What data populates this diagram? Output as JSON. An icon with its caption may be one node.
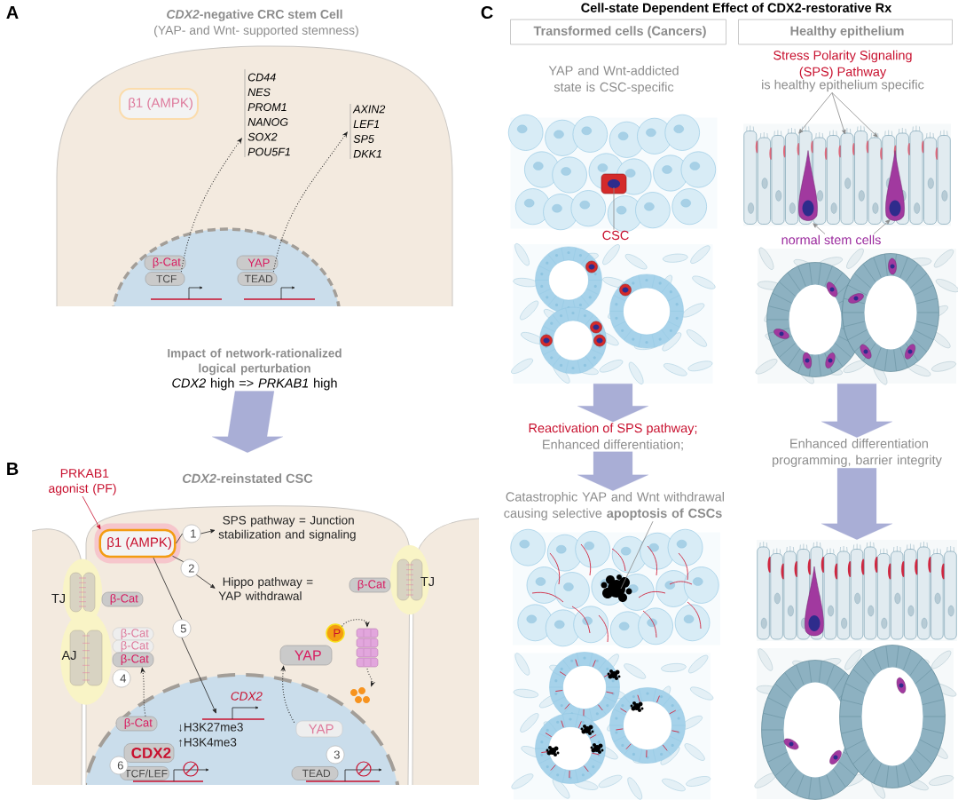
{
  "diagram": {
    "nodes": [
      {
        "text": [
          "*CDX2*-negative CRC stem Cell",
          "(YAP- and Wnt- supported stemness)"
        ]
      },
      {
        "text": [
          "β1 (AMPK)"
        ],
        "in": 0
      },
      {
        "text": [
          "CD44",
          "NES",
          "PROM1",
          "NANOG",
          "SOX2",
          "POU5F1"
        ],
        "in": 0
      },
      {
        "text": [
          "AXIN2",
          "LEF1",
          "SP5",
          "DKK1"
        ],
        "in": 0
      },
      {
        "text": [
          "β-Cat"
        ],
        "in": 0
      },
      {
        "text": [
          "TCF"
        ],
        "in": 0
      },
      {
        "text": [
          "YAP"
        ],
        "in": 0
      },
      {
        "text": [
          "TEAD"
        ],
        "in": 0
      },
      {
        "text": [
          "*CDX2*-reinstated CSC"
        ]
      },
      {
        "text": [
          "PRKAB1 agonist (PF)"
        ]
      },
      {
        "text": [
          "β1 (AMPK)"
        ],
        "in": 8
      },
      {
        "text": [
          "SPS pathway = Junction stabilization and signaling"
        ],
        "in": 8
      },
      {
        "text": [
          "Hippo pathway = YAP withdrawal"
        ],
        "in": 8
      },
      {
        "text": [
          "β-Cat"
        ],
        "in": 8
      },
      {
        "text": [
          "β-Cat"
        ],
        "in": 8
      },
      {
        "text": [
          "β-Cat"
        ],
        "in": 8
      },
      {
        "text": [
          "β-Cat"
        ],
        "in": 8
      },
      {
        "text": [
          "β-Cat"
        ],
        "in": 8
      },
      {
        "text": [
          "CDX2"
        ],
        "in": 8
      },
      {
        "text": [
          "TCF/LEF"
        ],
        "in": 8
      },
      {
        "text": [
          "6"
        ],
        "in": 8
      },
      {
        "text": [
          "CDX2"
        ],
        "in": 8,
        "beside": [
          "↓H3K27me3",
          "↑H3K4me3"
        ]
      },
      {
        "text": [
          "YAP"
        ],
        "in": 8
      },
      {
        "text": [
          "P"
        ],
        "in": 8
      },
      {
        "text": [],
        "shape": "picture",
        "in": 8
      },
      {
        "text": [],
        "shape": "picture",
        "in": 8
      },
      {
        "text": [
          "YAP"
        ],
        "in": 8
      },
      {
        "text": [
          "3"
        ],
        "in": 8
      },
      {
        "text": [
          "TEAD"
        ],
        "in": 8
      },
      {
        "text": [
          "β-Cat"
        ],
        "in": 8
      },
      {
        "text": [
          "Transformed cells (Cancers)"
        ]
      },
      {
        "text": [
          "Healthy epithelium"
        ]
      },
      {
        "text": [
          "Stress Polarity Signaling (SPS) Pathway",
          "is healthy epithelium specific"
        ]
      },
      {
        "text": [],
        "shape": "picture"
      },
      {
        "text": [
          "CSC"
        ]
      },
      {
        "text": [],
        "shape": "picture"
      },
      {
        "text": [],
        "shape": "picture"
      },
      {
        "text": [
          "normal stem cells"
        ]
      },
      {
        "text": [],
        "shape": "picture"
      },
      {
        "text": [
          "Reactivation of SPS pathway;",
          "Enhanced differentiation;"
        ]
      },
      {
        "text": [
          "Catastrophic YAP and Wnt withdrawal causing selective **apoptosis of CSCs**"
        ]
      },
      {
        "text": [
          "Enhanced differentiation programming, barrier integrity"
        ]
      },
      {
        "text": [],
        "shape": "picture"
      },
      {
        "text": [],
        "shape": "picture"
      },
      {
        "text": [],
        "shape": "picture"
      },
      {
        "text": [],
        "shape": "picture"
      },
      {
        "text": [
          "Impact of network-rationalized logical perturbation",
          "*CDX2* high => *PRKAB1* high"
        ]
      },
      {
        "text": [
          "1"
        ],
        "in": 8
      },
      {
        "text": [
          "2"
        ],
        "in": 8
      },
      {
        "text": [
          "5"
        ],
        "in": 8
      },
      {
        "text": [
          "4"
        ],
        "in": 8
      }
    ],
    "edges": [
      {
        "from": 46,
        "to": 8,
        "arrow": "to",
        "style": "thick",
        "color": "#a9aed6"
      },
      {
        "from": 5,
        "to": 2,
        "arrow": "to",
        "style": "dashed"
      },
      {
        "from": 7,
        "to": 3,
        "arrow": "to",
        "style": "dashed"
      },
      {
        "from": 9,
        "to": 10,
        "arrow": "to",
        "color": "#c8102e"
      },
      {
        "from": 10,
        "to": 47,
        "arrow": "none"
      },
      {
        "from": 47,
        "to": 11,
        "arrow": "to"
      },
      {
        "from": 10,
        "to": 48,
        "arrow": "none"
      },
      {
        "from": 48,
        "to": 12,
        "arrow": "to"
      },
      {
        "from": 10,
        "to": 49,
        "arrow": "none"
      },
      {
        "from": 49,
        "to": 21,
        "arrow": "to"
      },
      {
        "from": 17,
        "to": 16,
        "arrow": "to",
        "style": "dashed"
      },
      {
        "from": 26,
        "to": 22,
        "arrow": "to",
        "style": "dashed"
      },
      {
        "from": 23,
        "to": 24,
        "arrow": "to",
        "style": "dashed"
      },
      {
        "from": 24,
        "to": 25,
        "arrow": "to",
        "style": "dashed"
      },
      {
        "from": 32,
        "to": 36,
        "arrow": "to",
        "color": "#888888"
      },
      {
        "from": 32,
        "to": 36,
        "arrow": "to",
        "color": "#888888"
      },
      {
        "from": 32,
        "to": 36,
        "arrow": "to",
        "color": "#888888"
      },
      {
        "from": 34,
        "to": 33,
        "arrow": "none",
        "color": "#888888"
      },
      {
        "from": 37,
        "to": 36,
        "arrow": "to",
        "color": "#888888"
      },
      {
        "from": 37,
        "to": 36,
        "arrow": "to",
        "color": "#888888"
      },
      {
        "from": 35,
        "to": 39,
        "arrow": "to",
        "style": "thick",
        "color": "#a9aed6"
      },
      {
        "from": 39,
        "to": 40,
        "arrow": "to",
        "style": "thick",
        "color": "#a9aed6"
      },
      {
        "from": 40,
        "to": 42,
        "arrow": "none",
        "color": "#888888"
      },
      {
        "from": 38,
        "to": 41,
        "arrow": "to",
        "style": "thick",
        "color": "#a9aed6"
      },
      {
        "from": 41,
        "to": 44,
        "arrow": "to",
        "style": "thick",
        "color": "#a9aed6"
      }
    ],
    "labels": [
      "A",
      "C",
      "Cell-state Dependent Effect of CDX2-restorative Rx",
      "YAP and Wnt-addicted state is CSC-specific",
      "B",
      "TJ",
      "AJ",
      "TJ"
    ]
  }
}
